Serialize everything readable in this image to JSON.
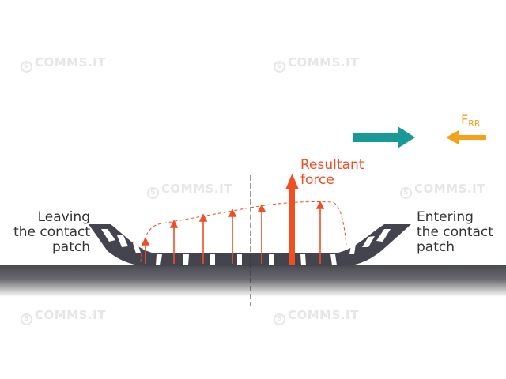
{
  "watermark": {
    "text": "COMMS.IT",
    "logo_letter": "S",
    "color": "#e6e6e6"
  },
  "labels": {
    "leaving": [
      "Leaving",
      "the contact",
      "patch"
    ],
    "entering": [
      "Entering",
      "the contact",
      "patch"
    ],
    "resultant": [
      "Resultant",
      "force"
    ],
    "frr_main": "F",
    "frr_sub": "RR"
  },
  "colors": {
    "tire": "#44444f",
    "ground": "#5b5b62",
    "force": "#f04e23",
    "motion_arrow": "#1a9a96",
    "rolling_resistance": "#f5a21b",
    "text": "#333333"
  }
}
